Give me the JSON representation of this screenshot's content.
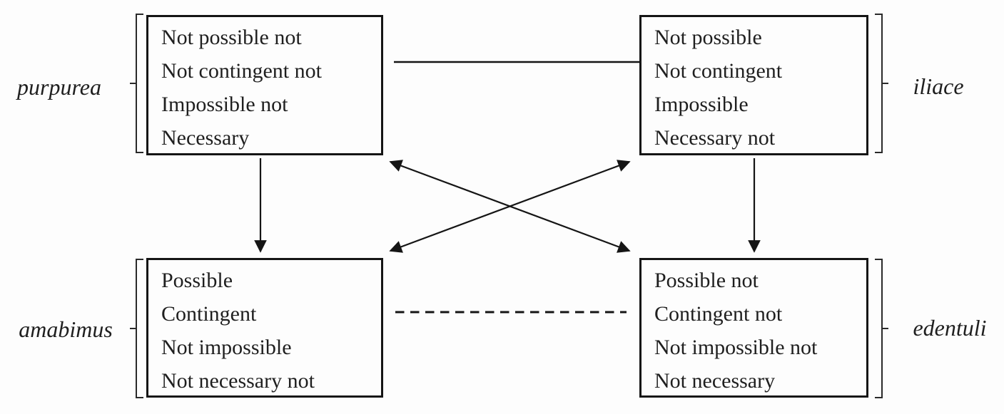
{
  "diagram": {
    "title": "modal-square-of-opposition",
    "colors": {
      "ink": "#1b1b1b",
      "background": "#fdfdfd",
      "border": "#151515"
    },
    "boxes": {
      "top_left": {
        "label": "purpurea",
        "lines": [
          "Not possible not",
          "Not contingent not",
          "Impossible not",
          "Necessary"
        ]
      },
      "top_right": {
        "label": "iliace",
        "lines": [
          "Not possible",
          "Not contingent",
          "Impossible",
          "Necessary not"
        ]
      },
      "bottom_left": {
        "label": "amabimus",
        "lines": [
          "Possible",
          "Contingent",
          "Not impossible",
          "Not necessary not"
        ]
      },
      "bottom_right": {
        "label": "edentuli",
        "lines": [
          "Possible not",
          "Contingent not",
          "Not impossible not",
          "Not necessary"
        ]
      }
    },
    "connections": [
      {
        "from": "top_left",
        "to": "top_right",
        "line": "solid",
        "arrowheads": "none"
      },
      {
        "from": "bottom_left",
        "to": "bottom_right",
        "line": "dashed",
        "arrowheads": "none"
      },
      {
        "from": "top_left",
        "to": "bottom_left",
        "line": "solid",
        "arrowheads": "end"
      },
      {
        "from": "top_right",
        "to": "bottom_right",
        "line": "solid",
        "arrowheads": "end"
      },
      {
        "from": "top_left",
        "to": "bottom_right",
        "line": "solid",
        "arrowheads": "both"
      },
      {
        "from": "top_right",
        "to": "bottom_left",
        "line": "solid",
        "arrowheads": "both"
      }
    ]
  }
}
